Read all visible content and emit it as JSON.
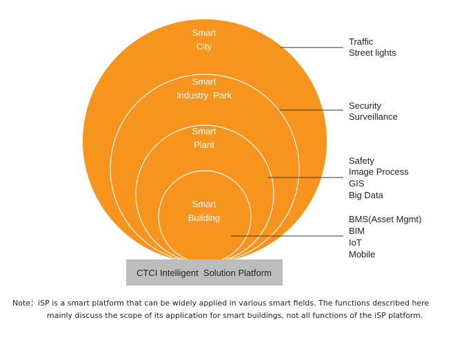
{
  "circles": [
    {
      "label_lines": [
        "Smart",
        "City"
      ],
      "functions": [
        "Traffic",
        "Street lights"
      ]
    },
    {
      "label_lines": [
        "Smart",
        "Industry  Park"
      ],
      "functions": [
        "Security",
        "Surveillance"
      ]
    },
    {
      "label_lines": [
        "Smart",
        "Plant"
      ],
      "functions": [
        "Safety",
        "Image Process",
        "GIS",
        "Big Data"
      ]
    },
    {
      "label_lines": [
        "Smart",
        "Building"
      ],
      "functions": [
        "BMS(Asset Mgmt)",
        "BIM",
        "IoT",
        "Mobile"
      ]
    }
  ],
  "platform_label": "CTCI Intelligent  Solution Platform",
  "note": {
    "line1": "Note：iSP is a smart platform that can be widely applied in various smart fields. The functions described here",
    "line2": "mainly discuss the scope of its application for smart buildings, not all functions of the iSP platform."
  },
  "colors": {
    "circle_fill": "#F7941E",
    "circle_stroke": "#ffffff",
    "platform_fill": "#BDBDBD",
    "leader_line": "#333333"
  }
}
